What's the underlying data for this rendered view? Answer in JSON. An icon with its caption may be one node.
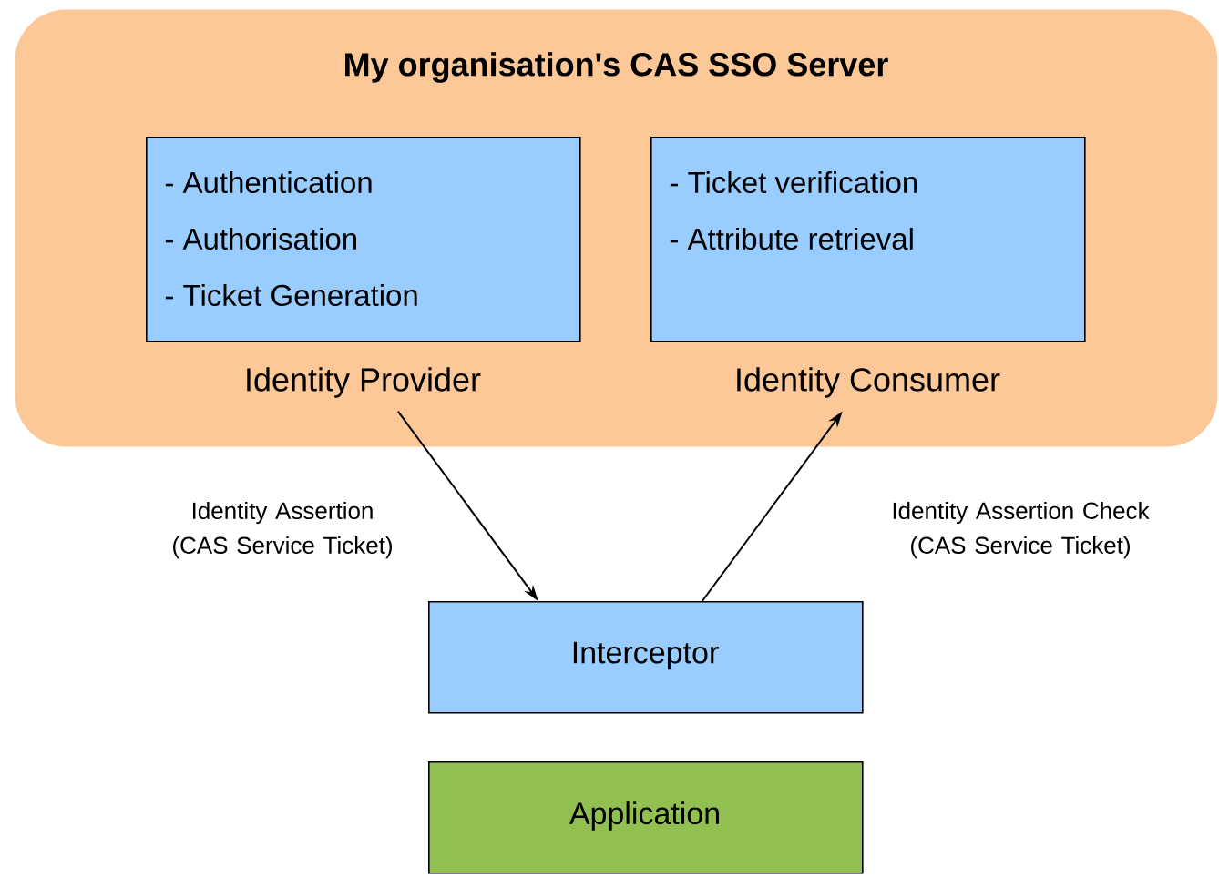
{
  "diagram": {
    "nodes": [
      {
        "text": [
          "My organisation's CAS SSO Server"
        ]
      },
      {
        "text": [
          "- Authentication",
          "- Authorisation",
          "- Ticket Generation",
          "Identity Provider"
        ],
        "in": 0
      },
      {
        "text": [
          "- Ticket verification",
          "- Attribute retrieval",
          "Identity Consumer"
        ],
        "in": 0
      },
      {
        "text": [
          "Interceptor"
        ]
      },
      {
        "text": [
          "Application"
        ]
      }
    ],
    "edges": [
      {
        "from": 1,
        "to": 3,
        "arrow": "to",
        "label": "Identity Assertion (CAS Service Ticket)"
      },
      {
        "from": 3,
        "to": 2,
        "arrow": "to",
        "label": "Identity Assertion Check (CAS Service Ticket)"
      }
    ]
  }
}
